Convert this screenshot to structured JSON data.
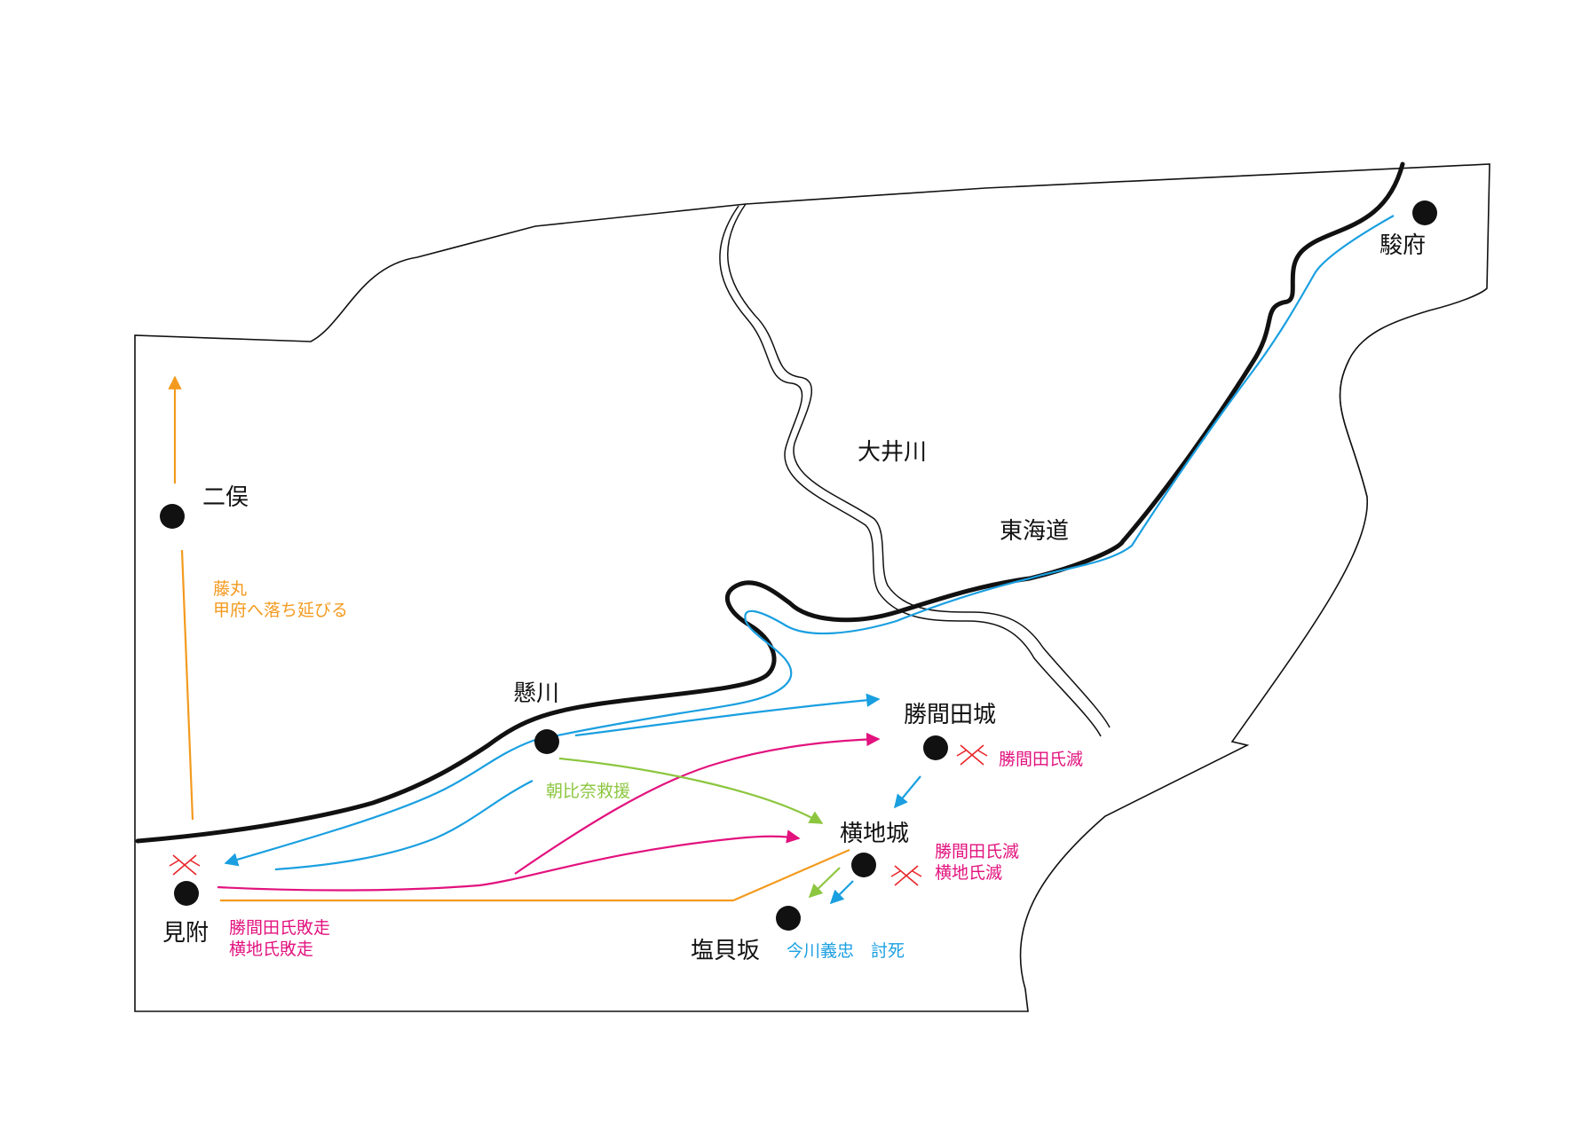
{
  "colors": {
    "road": "#111111",
    "outline": "#111111",
    "imagawa": "#1a9fe0",
    "katsumata_yokochi": "#e2127e",
    "asahina": "#8cc63f",
    "fujimaru": "#f39a1e",
    "battle_mark": "#e8262a"
  },
  "places": {
    "sunpu": "駿府",
    "oigawa": "大井川",
    "tokaido": "東海道",
    "futamata": "二俣",
    "kakegawa": "懸川",
    "katsumatajo": "勝間田城",
    "yokochijo": "横地城",
    "mitsuke": "見附",
    "shiokaizaka": "塩貝坂"
  },
  "notes": {
    "fujimaru_line1": "藤丸",
    "fujimaru_line2": "甲府へ落ち延びる",
    "asahina": "朝比奈救援",
    "katsumata_fall": "勝間田氏滅",
    "yokochi_fall_line1": "勝間田氏滅",
    "yokochi_fall_line2": "横地氏滅",
    "mitsuke_line1": "勝間田氏敗走",
    "mitsuke_line2": "横地氏敗走",
    "imagawa_death": "今川義忠　討死"
  },
  "icons": {
    "town": "filled-circle",
    "battle": "crossed-swords-x"
  }
}
